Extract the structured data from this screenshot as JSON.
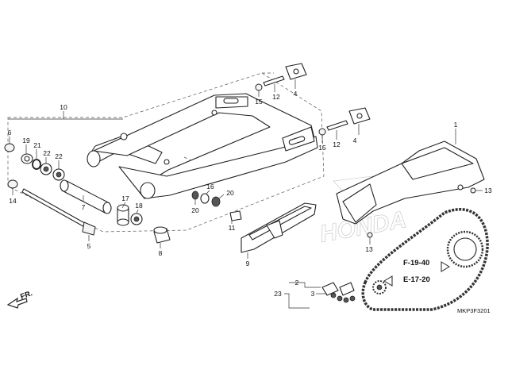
{
  "diagram_code": "MKP3F3201",
  "direction_label": "FR.",
  "ref_labels": [
    "F-19-40",
    "E-17-20"
  ],
  "callouts": {
    "c1": "1",
    "c2": "2",
    "c3": "3",
    "c4a": "4",
    "c4b": "4",
    "c5": "5",
    "c6": "6",
    "c7": "7",
    "c8": "8",
    "c9": "9",
    "c10": "10",
    "c11": "11",
    "c12a": "12",
    "c12b": "12",
    "c13a": "13",
    "c13b": "13",
    "c14": "14",
    "c15a": "15",
    "c15b": "15",
    "c16": "16",
    "c17": "17",
    "c18": "18",
    "c19": "19",
    "c20a": "20",
    "c20b": "20",
    "c21": "21",
    "c22a": "22",
    "c22b": "22",
    "c23": "23"
  },
  "watermark": "HONDA"
}
